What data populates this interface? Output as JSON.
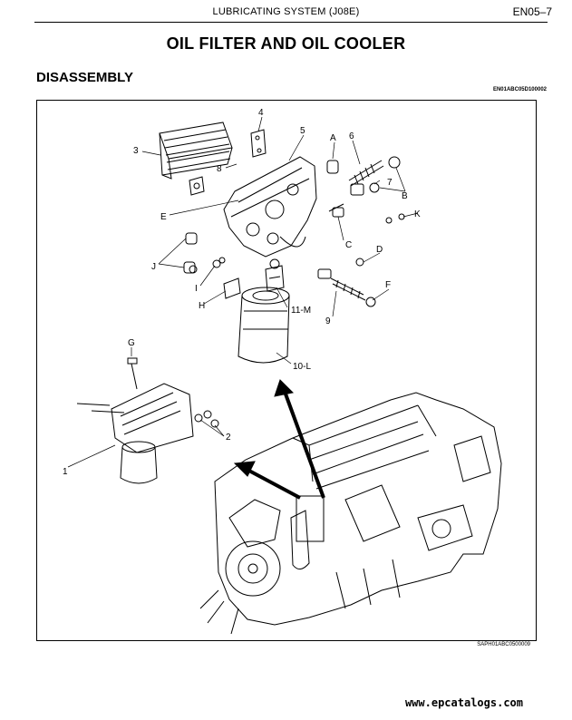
{
  "header": {
    "section_title": "LUBRICATING SYSTEM (J08E)",
    "page_number": "EN05–7"
  },
  "page": {
    "title": "OIL FILTER AND OIL COOLER",
    "section": "DISASSEMBLY",
    "doc_code": "EN01ABC05D100002"
  },
  "figure": {
    "code": "SAPH01ABC0500009",
    "callouts": {
      "c1": "1",
      "c2": "2",
      "c3": "3",
      "c4": "4",
      "c5": "5",
      "c6": "6",
      "c7": "7",
      "c8": "8",
      "c9": "9",
      "c10": "10-L",
      "c11": "11-M",
      "cA": "A",
      "cB": "B",
      "cC": "C",
      "cD": "D",
      "cE": "E",
      "cF": "F",
      "cG": "G",
      "cH": "H",
      "cI": "I",
      "cJ": "J",
      "cK": "K"
    }
  },
  "footer": {
    "url": "www.epcatalogs.com"
  }
}
